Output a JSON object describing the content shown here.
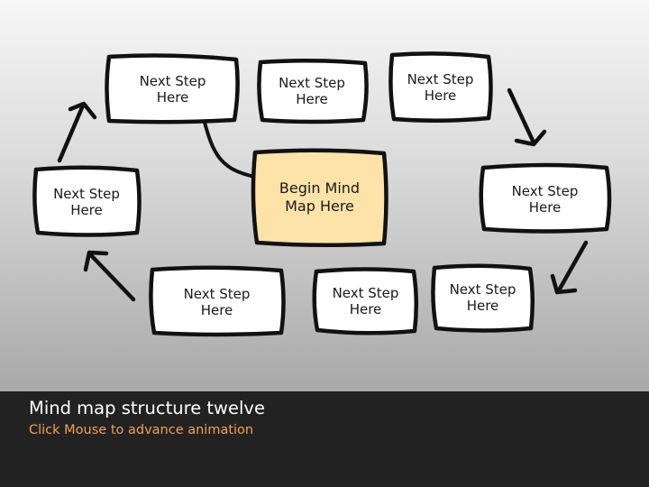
{
  "colors": {
    "box_fill": "#ffffff",
    "center_fill": "#fde3a7",
    "outline": "#111111",
    "footer_bg": "#222222",
    "footer_title": "#ffffff",
    "footer_subtitle": "#f0a24e"
  },
  "diagram": {
    "center": {
      "label_line1": "Begin Mind",
      "label_line2": "Map Here"
    },
    "nodes": [
      {
        "label_line1": "Next Step",
        "label_line2": "Here"
      },
      {
        "label_line1": "Next Step",
        "label_line2": "Here"
      },
      {
        "label_line1": "Next Step",
        "label_line2": "Here"
      },
      {
        "label_line1": "Next Step",
        "label_line2": "Here"
      },
      {
        "label_line1": "Next Step",
        "label_line2": "Here"
      },
      {
        "label_line1": "Next Step",
        "label_line2": "Here"
      },
      {
        "label_line1": "Next Step",
        "label_line2": "Here"
      },
      {
        "label_line1": "Next Step",
        "label_line2": "Here"
      }
    ],
    "arrow_icons": [
      "arrow-right-down-icon",
      "arrow-left-down-icon",
      "arrow-up-left-icon",
      "arrow-up-right-icon"
    ]
  },
  "footer": {
    "title": "Mind map structure twelve",
    "subtitle": "Click Mouse to advance animation"
  }
}
